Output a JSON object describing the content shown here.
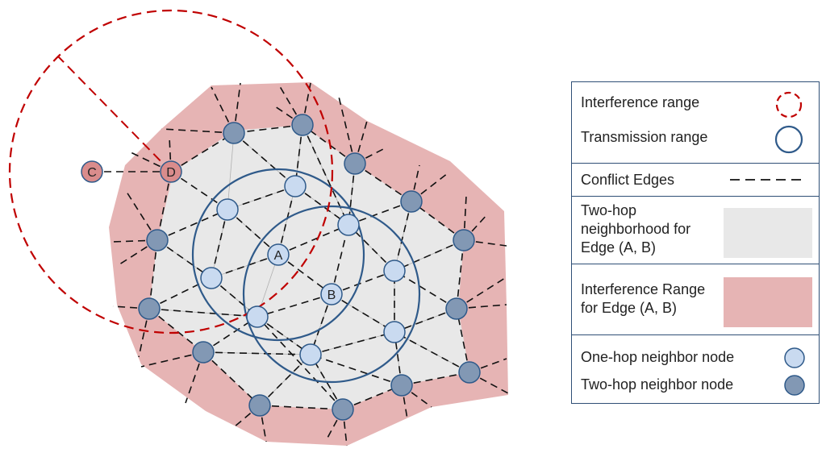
{
  "nodes": {
    "A": "A",
    "B": "B",
    "C": "C",
    "D": "D"
  },
  "legend": {
    "interference_range": "Interference range",
    "transmission_range": "Transmission range",
    "conflict_edges": "Conflict Edges",
    "two_hop_neighborhood": "Two-hop\nneighborhood for\nEdge (A, B)",
    "interference_range_edge": "Interference Range\nfor Edge (A, B)",
    "one_hop_node": "One-hop neighbor node",
    "two_hop_node": "Two-hop neighbor node"
  },
  "colors": {
    "interference_red": "#c00000",
    "transmission_blue": "#2f5a8a",
    "one_hop_fill": "#c9daf0",
    "two_hop_fill": "#8298b4",
    "two_hop_region": "#e8e8e8",
    "interference_region": "#e6b4b4",
    "node_c_d_fill": "#d98c8c"
  }
}
